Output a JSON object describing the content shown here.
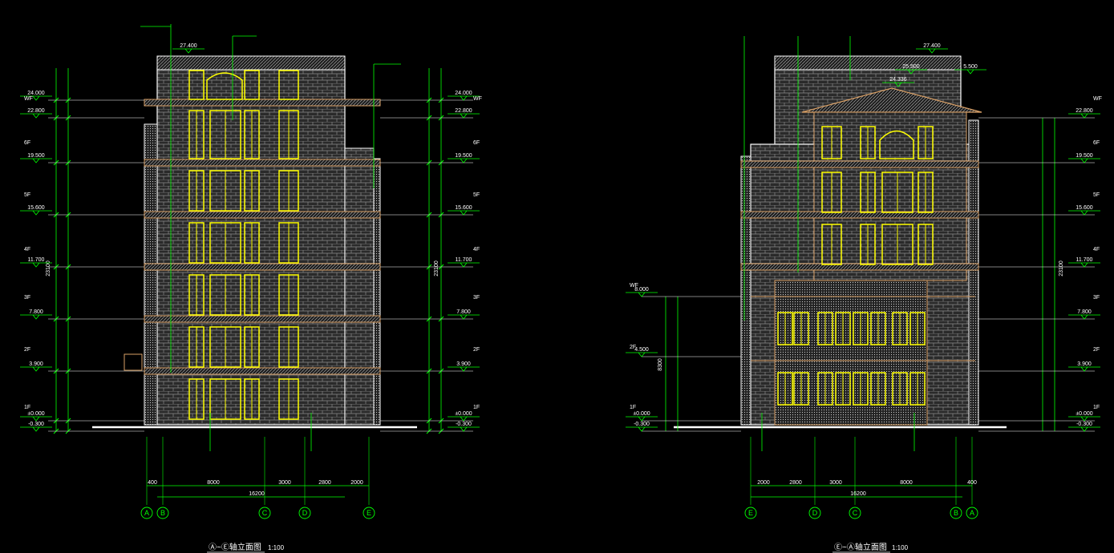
{
  "drawing": {
    "left_title": "Ⓐ~Ⓔ轴立面图",
    "right_title": "Ⓔ~Ⓐ轴立面图",
    "scale": "1:100"
  },
  "left_elevation": {
    "floor_labels": [
      "WF",
      "6F",
      "5F",
      "4F",
      "3F",
      "2F",
      "1F"
    ],
    "elevations": [
      "24.000",
      "22.800",
      "19.500",
      "15.600",
      "11.700",
      "7.800",
      "3.900",
      "±0.000",
      "-0.300"
    ],
    "roof_elevation": "27.400",
    "total_height": "23100",
    "axes": [
      "A",
      "B",
      "C",
      "D",
      "E"
    ],
    "spans": [
      "400",
      "8000",
      "3000",
      "2800",
      "2000"
    ],
    "total_span": "16200"
  },
  "right_elevation": {
    "floor_labels_left": [
      "WF",
      "2F",
      "1F"
    ],
    "floor_labels_right": [
      "WF",
      "6F",
      "5F",
      "4F",
      "3F",
      "2F",
      "1F"
    ],
    "elevations_left": [
      "8.000",
      "4.500",
      "±0.000",
      "-0.300"
    ],
    "elevations_right": [
      "22.800",
      "19.500",
      "15.600",
      "11.700",
      "7.800",
      "3.900",
      "±0.000",
      "-0.300"
    ],
    "roof_elevation": "27.400",
    "gable_elevations": [
      "25.500",
      "24.336",
      "5.500"
    ],
    "total_height": "23100",
    "left_height": "8300",
    "axes": [
      "E",
      "D",
      "C",
      "B",
      "A"
    ],
    "spans": [
      "2000",
      "2800",
      "3000",
      "8000",
      "400"
    ],
    "total_span": "16200"
  },
  "colors": {
    "background": "#000000",
    "dimension": "#00ff00",
    "window": "#ffff00",
    "cornice": "#d9a066",
    "outline": "#ffffff",
    "level_line": "#ff3333"
  }
}
